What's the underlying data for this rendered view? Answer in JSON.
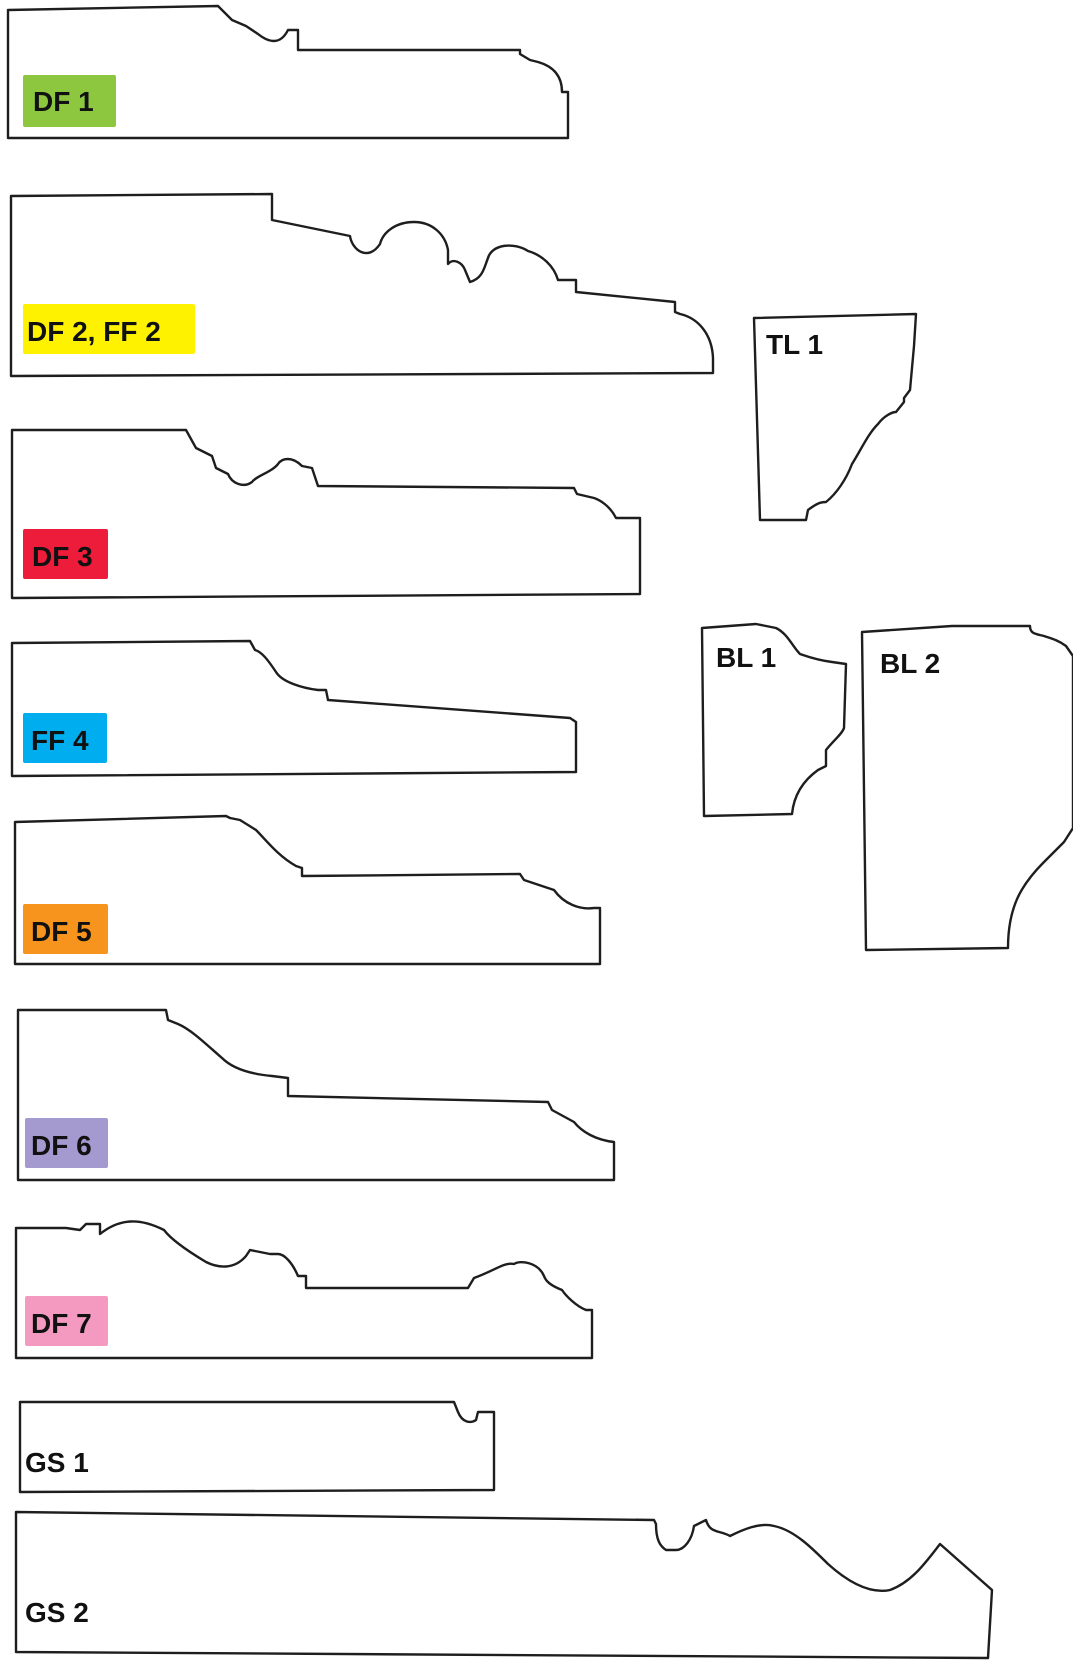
{
  "profiles": [
    {
      "id": "df1",
      "label": "DF 1",
      "color": "#8dc63f"
    },
    {
      "id": "df2",
      "label": "DF 2, FF 2",
      "color": "#fff200"
    },
    {
      "id": "df3",
      "label": "DF 3",
      "color": "#ed1c3a"
    },
    {
      "id": "ff4",
      "label": "FF 4",
      "color": "#00aeef"
    },
    {
      "id": "df5",
      "label": "DF 5",
      "color": "#f7941d"
    },
    {
      "id": "df6",
      "label": "DF 6",
      "color": "#a59ad0"
    },
    {
      "id": "df7",
      "label": "DF 7",
      "color": "#f49ac1"
    },
    {
      "id": "gs1",
      "label": "GS 1",
      "color": ""
    },
    {
      "id": "gs2",
      "label": "GS 2",
      "color": ""
    },
    {
      "id": "tl1",
      "label": "TL 1",
      "color": ""
    },
    {
      "id": "bl1",
      "label": "BL 1",
      "color": ""
    },
    {
      "id": "bl2",
      "label": "BL 2",
      "color": ""
    }
  ]
}
